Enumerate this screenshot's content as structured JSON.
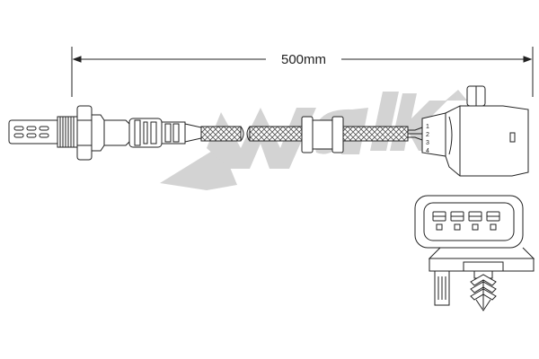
{
  "dimension": {
    "length_label": "500mm"
  },
  "watermark": {
    "brand": "Walker"
  },
  "connector": {
    "pin_numbers": [
      "1",
      "2",
      "3",
      "4"
    ]
  },
  "colors": {
    "line": "#222222",
    "watermark": "#cfcfcf",
    "background": "#ffffff"
  }
}
